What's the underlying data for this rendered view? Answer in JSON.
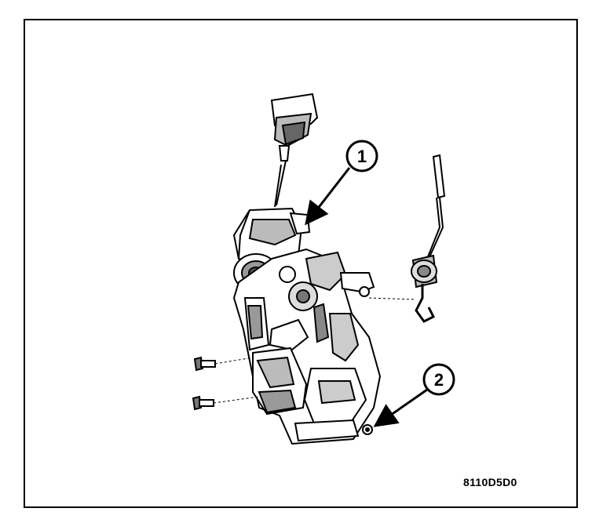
{
  "callouts": [
    {
      "label": "1"
    },
    {
      "label": "2"
    }
  ],
  "figure_code": "8110D5D0",
  "colors": {
    "ink": "#000000",
    "paper": "#ffffff",
    "shade": "#9a9a9a"
  }
}
